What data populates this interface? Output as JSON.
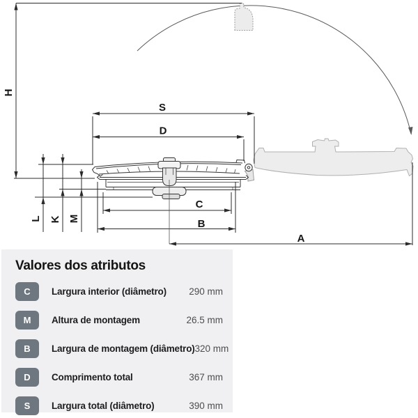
{
  "diagram": {
    "labels": {
      "h": "H",
      "s": "S",
      "d": "D",
      "l": "L",
      "k": "K",
      "m": "M",
      "c": "C",
      "b": "B",
      "a": "A"
    }
  },
  "panel": {
    "title": "Valores dos atributos",
    "rows": [
      {
        "key": "C",
        "label": "Largura interior (diâmetro)",
        "value": "290 mm"
      },
      {
        "key": "M",
        "label": "Altura de montagem",
        "value": "26.5 mm"
      },
      {
        "key": "B",
        "label": "Largura de montagem (diâmetro)",
        "value": "320 mm"
      },
      {
        "key": "D",
        "label": "Comprimento total",
        "value": "367 mm"
      },
      {
        "key": "S",
        "label": "Largura total (diâmetro)",
        "value": "390 mm"
      }
    ],
    "colors": {
      "panel_bg": "#f0f0f2",
      "badge_bg": "#6e7680",
      "badge_text": "#ffffff",
      "line_color": "#2b2b2b"
    }
  }
}
